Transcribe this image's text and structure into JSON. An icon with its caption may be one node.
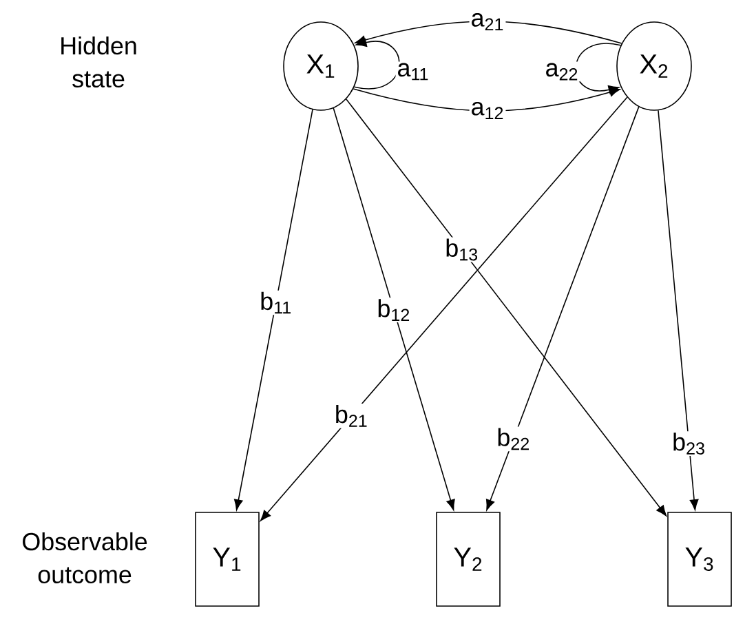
{
  "diagram": {
    "nodes": [
      {
        "text": [
          "X$_{1}$"
        ]
      },
      {
        "text": [
          "X$_{2}$"
        ]
      },
      {
        "text": [
          "Y$_{1}$"
        ]
      },
      {
        "text": [
          "Y$_{2}$"
        ]
      },
      {
        "text": [
          "Y$_{3}$"
        ]
      }
    ],
    "edges": [
      {
        "from": 1,
        "to": 0,
        "arrow": "to",
        "label": "a$_{21}$"
      },
      {
        "from": 0,
        "to": 0,
        "arrow": "to",
        "label": "a$_{11}$"
      },
      {
        "from": 1,
        "to": 1,
        "arrow": "to",
        "label": "a$_{22}$"
      },
      {
        "from": 0,
        "to": 1,
        "arrow": "to",
        "label": "a$_{12}$"
      },
      {
        "from": 0,
        "to": 2,
        "arrow": "to",
        "label": "b$_{11}$"
      },
      {
        "from": 0,
        "to": 3,
        "arrow": "to",
        "label": "b$_{12}$"
      },
      {
        "from": 0,
        "to": 4,
        "arrow": "to",
        "label": "b$_{13}$"
      },
      {
        "from": 1,
        "to": 2,
        "arrow": "to",
        "label": "b$_{21}$"
      },
      {
        "from": 1,
        "to": 3,
        "arrow": "to",
        "label": "b$_{22}$"
      },
      {
        "from": 1,
        "to": 4,
        "arrow": "to",
        "label": "b$_{23}$"
      }
    ],
    "labels": [
      "Hidden state",
      "Observable outcome"
    ]
  }
}
